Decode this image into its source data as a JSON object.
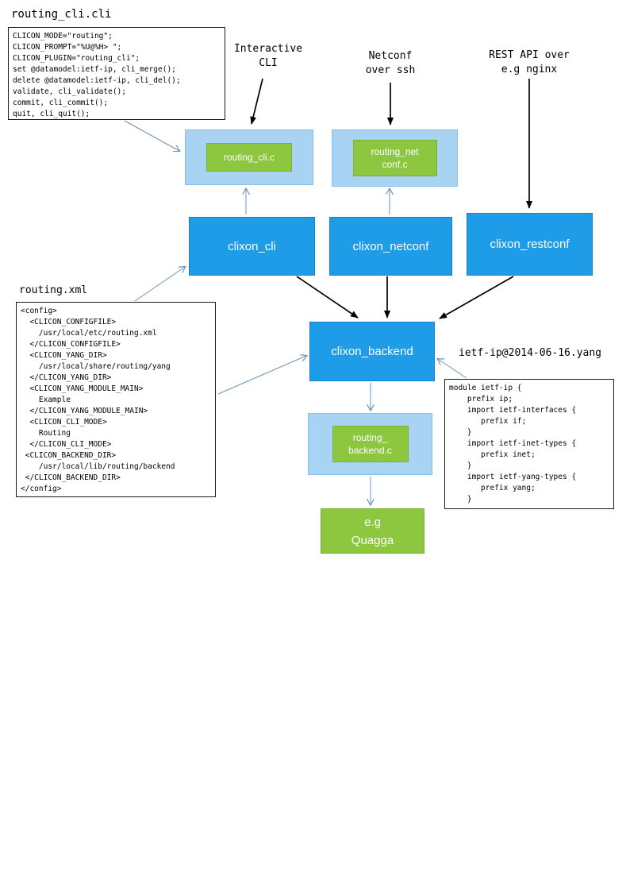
{
  "diagram": {
    "cli_file": {
      "title": "routing_cli.cli",
      "code": "CLICON_MODE=\"routing\";\nCLICON_PROMPT=\"%U@%H> \";\nCLICON_PLUGIN=\"routing_cli\";\nset @datamodel:ietf-ip, cli_merge();\ndelete @datamodel:ietf-ip, cli_del();\nvalidate, cli_validate();\ncommit, cli_commit();\nquit, cli_quit();"
    },
    "xml_file": {
      "title": "routing.xml",
      "code": "<config>\n  <CLICON_CONFIGFILE>\n    /usr/local/etc/routing.xml\n  </CLICON_CONFIGFILE>\n  <CLICON_YANG_DIR>\n    /usr/local/share/routing/yang\n  </CLICON_YANG_DIR>\n  <CLICON_YANG_MODULE_MAIN>\n    Example\n  </CLICON_YANG_MODULE_MAIN>\n  <CLICON_CLI_MODE>\n    Routing\n  </CLICON_CLI_MODE>\n <CLICON_BACKEND_DIR>\n    /usr/local/lib/routing/backend\n </CLICON_BACKEND_DIR>\n</config>"
    },
    "yang_file": {
      "title": "ietf-ip@2014-06-16.yang",
      "code": "module ietf-ip {\n    prefix ip;\n    import ietf-interfaces {\n       prefix if;\n    }\n    import ietf-inet-types {\n       prefix inet;\n    }\n    import ietf-yang-types {\n       prefix yang;\n    }"
    },
    "labels": {
      "interactive_cli": "Interactive\nCLI",
      "netconf_ssh": "Netconf\nover ssh",
      "rest_api": "REST API over\ne.g nginx"
    },
    "nodes": {
      "routing_cli_c": "routing_cli.c",
      "routing_netconf_c": "routing_net\nconf.c",
      "clixon_cli": "clixon_cli",
      "clixon_netconf": "clixon_netconf",
      "clixon_restconf": "clixon_restconf",
      "clixon_backend": "clixon_backend",
      "routing_backend_c": "routing_\nbackend.c",
      "quagga": "e.g\nQuagga"
    },
    "colors": {
      "node_blue": "#1e9ce8",
      "node_light_blue": "#a9d3f3",
      "node_green": "#8dc73f",
      "arrow_blue": "#6b93bb",
      "arrow_black": "#000000"
    }
  }
}
